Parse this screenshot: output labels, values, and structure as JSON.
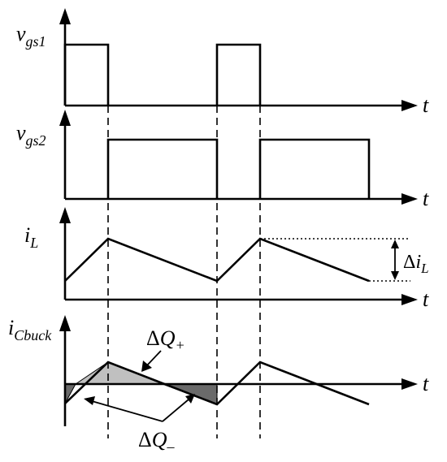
{
  "panels": {
    "vgs1": {
      "main": "v",
      "sub": "gs1"
    },
    "vgs2": {
      "main": "v",
      "sub": "gs2"
    },
    "iL": {
      "main": "i",
      "sub": "L"
    },
    "icbuck": {
      "main": "i",
      "sub": "Cbuck"
    }
  },
  "axis_label": "t",
  "delta_iL": {
    "delta": "Δ",
    "main": "i",
    "sub": "L"
  },
  "delta_q_plus": {
    "delta": "Δ",
    "main": "Q",
    "sub": "+"
  },
  "delta_q_minus": {
    "delta": "Δ",
    "main": "Q",
    "sub": "–"
  },
  "colors": {
    "positive_area": "#c0c0c0",
    "negative_area": "#6a6a6a",
    "line": "#000000"
  }
}
